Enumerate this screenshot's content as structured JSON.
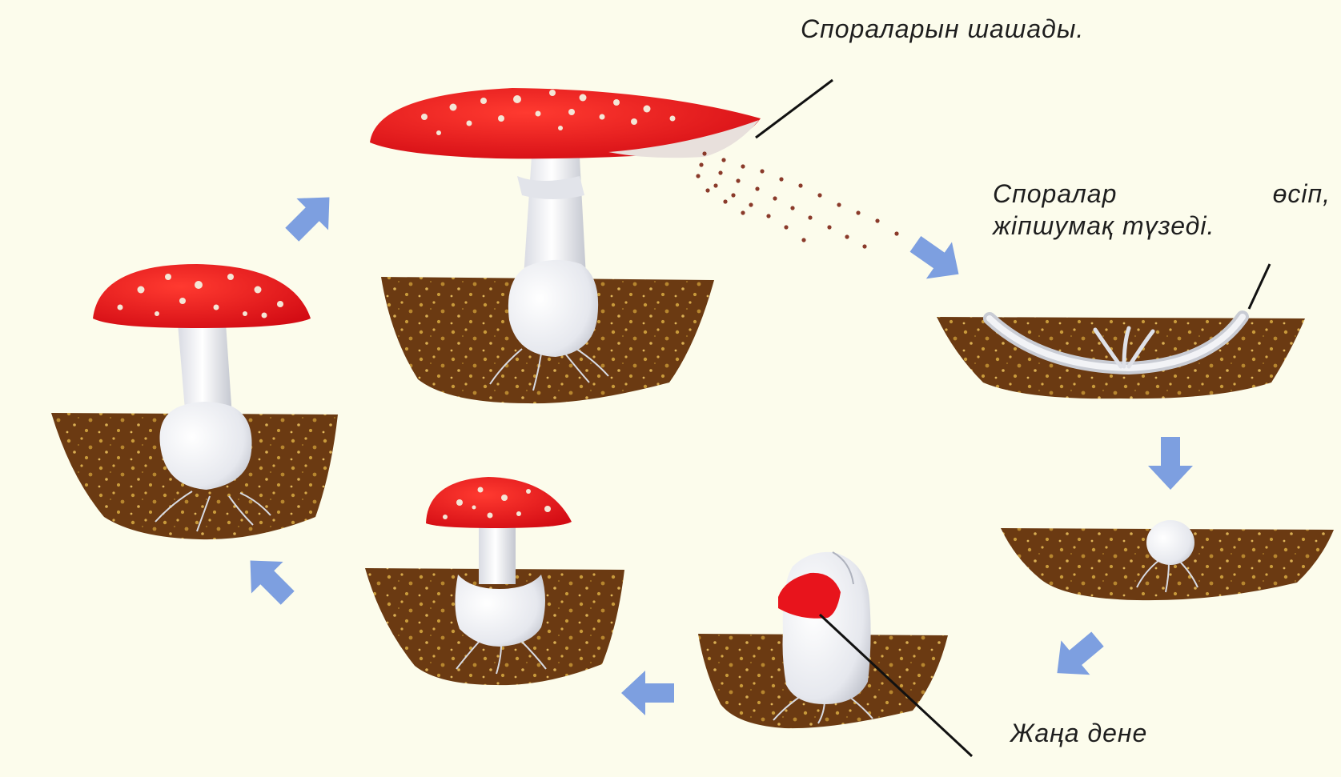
{
  "labels": {
    "spore_release": "Спораларын шашады.",
    "mycelium_line1_a": "Споралар",
    "mycelium_line1_b": "өсіп,",
    "mycelium_line2": "жіпшумақ түзеді.",
    "new_body": "Жаңа дене"
  },
  "colors": {
    "background": "#fcfcec",
    "cap_red": "#e8141c",
    "cap_spots": "#f4e6d6",
    "stem_white": "#eef0f4",
    "soil_brown": "#6b3a12",
    "soil_speck": "#c89a3a",
    "arrow_blue": "#7d9fe0",
    "spore_dots": "#8a3a2a",
    "pointer_line": "#111111"
  },
  "icons": [
    "cycle-arrow-icon"
  ]
}
